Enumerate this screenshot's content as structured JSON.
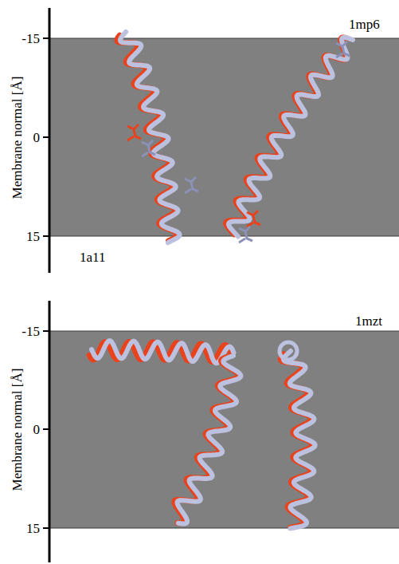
{
  "diagram": {
    "labels": [
      "1mp6",
      "-15",
      "Membrane normal [Å]",
      "0",
      "15",
      "1a11",
      "1mzt",
      "-15",
      "Membrane normal [Å]",
      "0",
      "15"
    ]
  }
}
